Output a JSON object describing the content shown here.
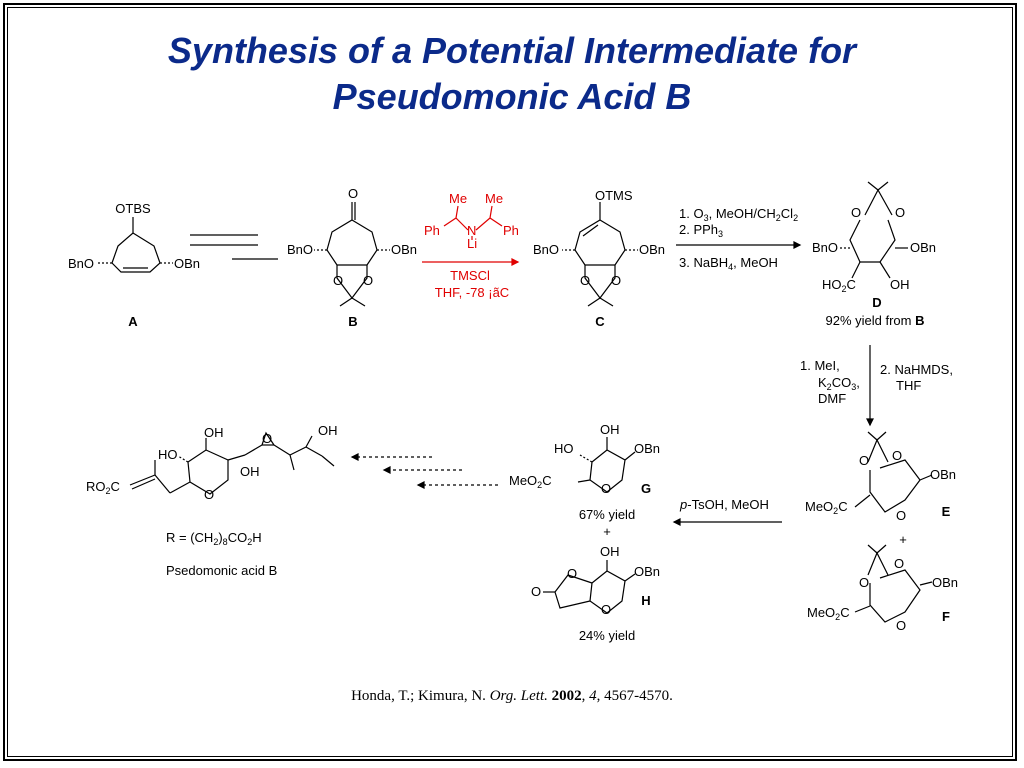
{
  "title": {
    "line1": "Synthesis of a Potential Intermediate for",
    "line2": "Pseudomonic Acid B"
  },
  "compounds": {
    "A": {
      "id": "A",
      "top": "OTBS",
      "left": "BnO",
      "right": "OBn"
    },
    "B": {
      "id": "B",
      "top": "O",
      "left": "BnO",
      "right": "OBn",
      "o1": "O",
      "o2": "O"
    },
    "C": {
      "id": "C",
      "top": "OTMS",
      "left": "BnO",
      "right": "OBn",
      "o1": "O",
      "o2": "O"
    },
    "D": {
      "id": "D",
      "o1": "O",
      "o2": "O",
      "left": "BnO",
      "right": "OBn",
      "acid": "HO",
      "acid_sub": "2",
      "acid_c": "C",
      "oh": "OH",
      "yield_text": "92% yield from ",
      "yield_ref": "B"
    },
    "E": {
      "id": "E",
      "o1": "O",
      "o2": "O",
      "right": "OBn",
      "ester": "MeO",
      "ester_sub": "2",
      "ester_c": "C",
      "ring_o": "O"
    },
    "F": {
      "id": "F",
      "o1": "O",
      "o2": "O",
      "right": "OBn",
      "ester": "MeO",
      "ester_sub": "2",
      "ester_c": "C",
      "ring_o": "O",
      "plus": "+"
    },
    "G": {
      "id": "G",
      "oh": "OH",
      "ho": "HO",
      "right": "OBn",
      "ester": "MeO",
      "ester_sub": "2",
      "ester_c": "C",
      "ring_o": "O",
      "yield": "67% yield",
      "plus": "+"
    },
    "H": {
      "id": "H",
      "oh": "OH",
      "right": "OBn",
      "o1": "O",
      "carbonyl": "O",
      "ring_o": "O",
      "yield": "24% yield"
    },
    "PA": {
      "ho": "HO",
      "oh1": "OH",
      "oh2": "OH",
      "oh3": "OH",
      "epox_o": "O",
      "ester": "RO",
      "ester_sub": "2",
      "ester_c": "C",
      "ring_o": "O",
      "r_def_pre": "R = (CH",
      "r_def_sub1": "2",
      "r_def_mid": ")",
      "r_def_sub2": "8",
      "r_def_c": "CO",
      "r_def_sub3": "2",
      "r_def_h": "H",
      "name": "Psedomonic acid B"
    }
  },
  "reagents": {
    "base": {
      "me1": "Me",
      "me2": "Me",
      "ph1": "Ph",
      "ph2": "Ph",
      "n": "N",
      "li": "Li"
    },
    "bc_line1": "TMSCl",
    "bc_line2": "THF, -78 ¡ãC",
    "cd_line1_pre": "1. O",
    "cd_line1_sub": "3",
    "cd_line1_mid": ", MeOH/CH",
    "cd_line1_sub2": "2",
    "cd_line1_cl": "Cl",
    "cd_line1_sub3": "2",
    "cd_line2_pre": "2. PPh",
    "cd_line2_sub": "3",
    "cd_line3_pre": "3. NaBH",
    "cd_line3_sub": "4",
    "cd_line3_post": ", MeOH",
    "de_left1": "1. MeI,",
    "de_left2_pre": "K",
    "de_left2_sub": "2",
    "de_left2_mid": "CO",
    "de_left2_sub2": "3",
    "de_left2_post": ",",
    "de_left3": "DMF",
    "de_right1": "2. NaHMDS,",
    "de_right2": "THF",
    "eg_pre": "p",
    "eg_post": "-TsOH, MeOH"
  },
  "reference": {
    "authors": "Honda, T.; Kimura, N. ",
    "journal": "Org. Lett.",
    "year": "2002",
    "volume": "4",
    "pages": ", 4567-4570."
  },
  "colors": {
    "title": "#0b2a8a",
    "reagent": "#e00000"
  }
}
